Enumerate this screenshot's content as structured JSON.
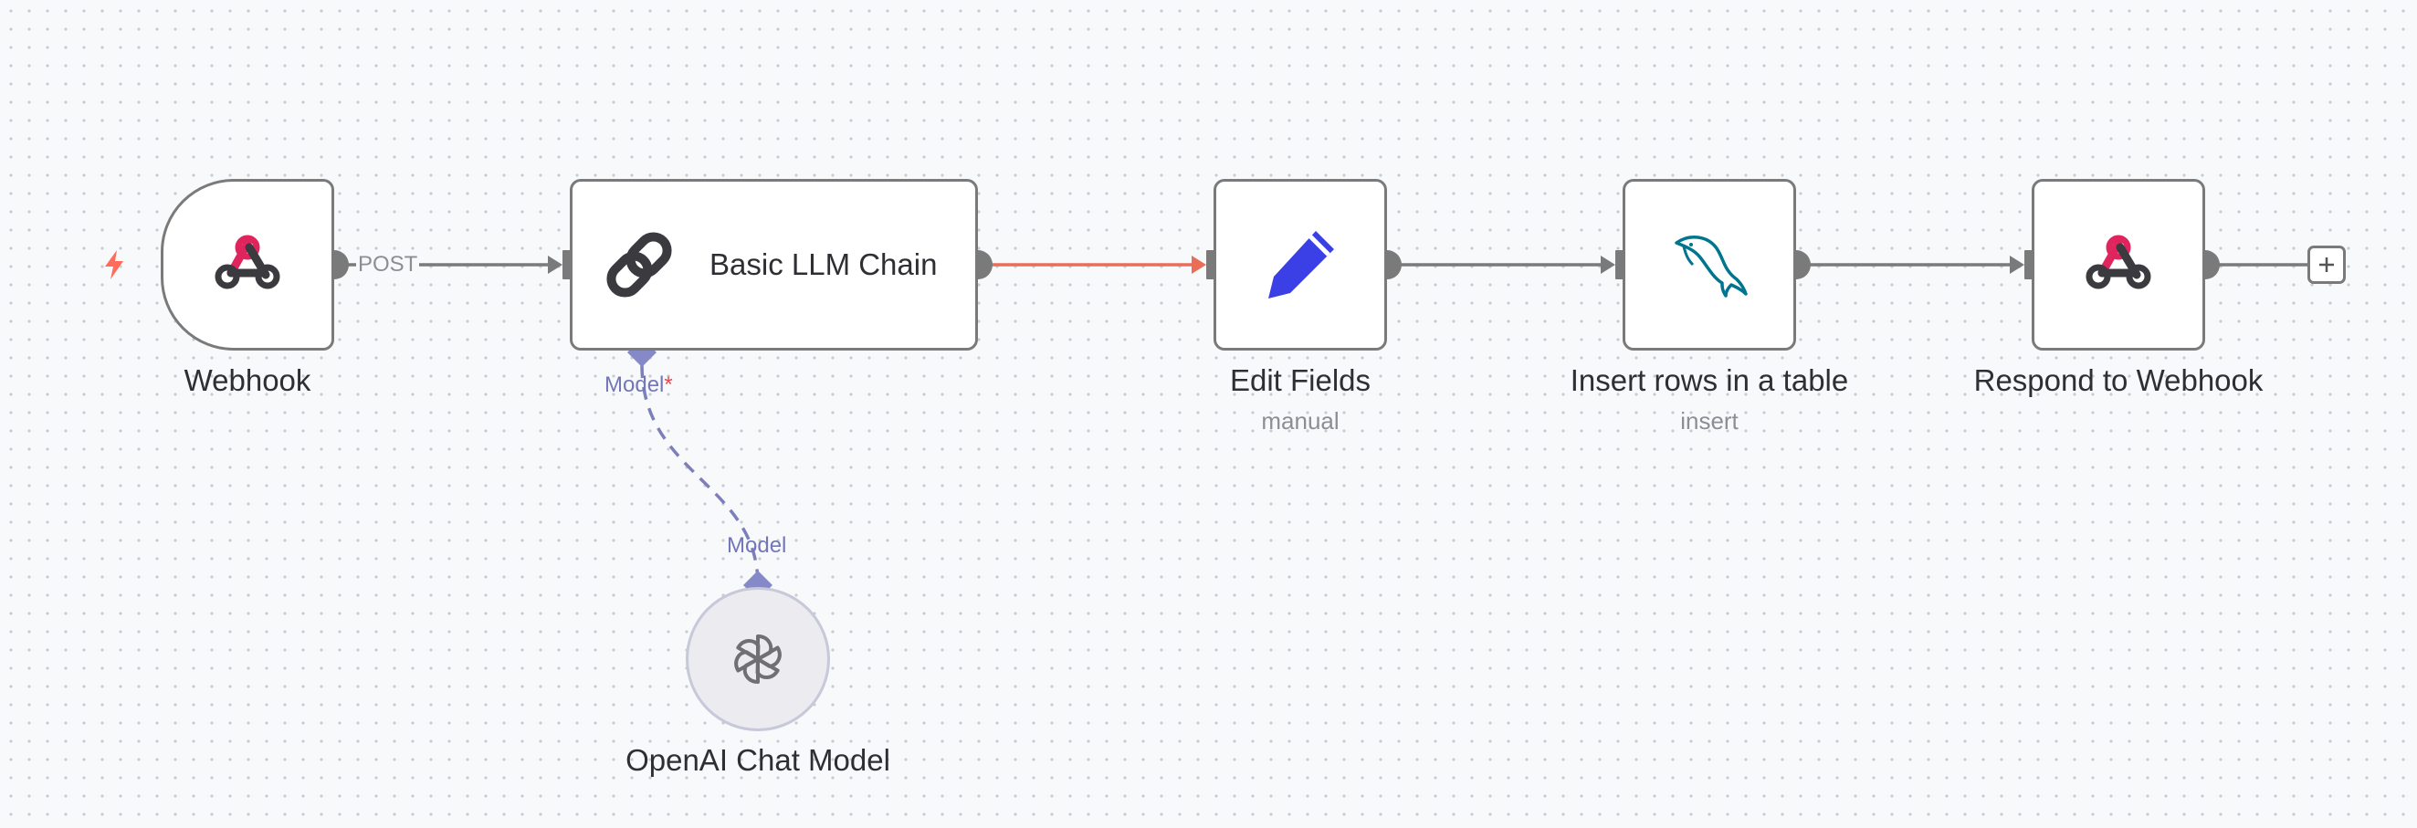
{
  "canvas": {
    "background": "#f8f9fb",
    "colors": {
      "node_border": "#7a7a7a",
      "edge": "#7a7a7a",
      "active_edge": "#ea6d57",
      "ai_port": "#8589c7",
      "required": "#e5484d",
      "trigger_bolt": "#ff6d5a"
    }
  },
  "nodes": [
    {
      "id": "webhook",
      "label": "Webhook",
      "icon": "webhook-icon",
      "type": "trigger"
    },
    {
      "id": "basic-llm-chain",
      "label": "Basic LLM Chain",
      "icon": "link-icon",
      "type": "wide"
    },
    {
      "id": "edit-fields",
      "label": "Edit Fields",
      "sublabel": "manual",
      "icon": "pencil-icon"
    },
    {
      "id": "insert-rows",
      "label": "Insert rows in a table",
      "sublabel": "insert",
      "icon": "mysql-dolphin-icon"
    },
    {
      "id": "respond-to-webhook",
      "label": "Respond to Webhook",
      "icon": "webhook-icon"
    },
    {
      "id": "openai-chat-model",
      "label": "OpenAI Chat Model",
      "icon": "openai-icon",
      "type": "sub"
    }
  ],
  "connections": {
    "webhook_output_label": "POST",
    "llm_model_port_label": "Model",
    "llm_model_port_required": "*",
    "openai_output_label": "Model"
  }
}
